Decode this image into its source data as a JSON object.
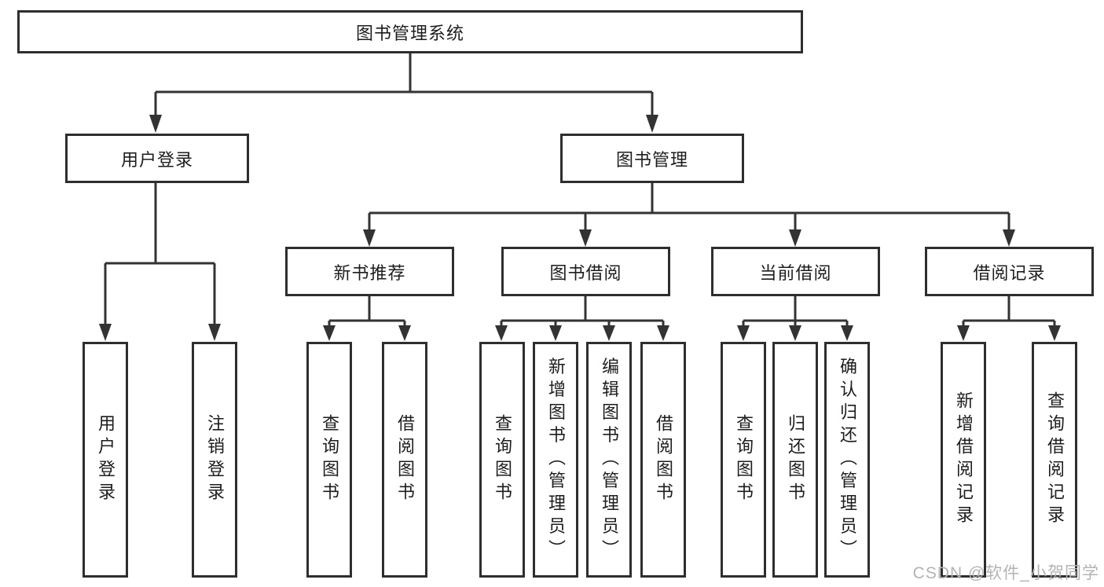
{
  "diagram": {
    "root": {
      "label": "图书管理系统"
    },
    "level2": {
      "user_login": {
        "label": "用户登录"
      },
      "book_management": {
        "label": "图书管理"
      }
    },
    "level3": {
      "new_book_recommend": {
        "label": "新书推荐"
      },
      "book_borrow": {
        "label": "图书借阅"
      },
      "current_borrow": {
        "label": "当前借阅"
      },
      "borrow_record": {
        "label": "借阅记录"
      }
    },
    "leaves": {
      "user_login": [
        "用户登录",
        "注销登录"
      ],
      "new_book_recommend": [
        "查询图书",
        "借阅图书"
      ],
      "book_borrow": [
        "查询图书",
        "新增图书（管理员）",
        "编辑图书（管理员）",
        "借阅图书"
      ],
      "current_borrow": [
        "查询图书",
        "归还图书",
        "确认归还（管理员）"
      ],
      "borrow_record": [
        "新增借阅记录",
        "查询借阅记录"
      ]
    }
  },
  "watermark": "CSDN @软件_小贺同学",
  "colors": {
    "line": "#333333",
    "border": "#2e2e2e",
    "text": "#1d1d1d",
    "watermark": "#b3b3b3",
    "background": "#ffffff"
  }
}
